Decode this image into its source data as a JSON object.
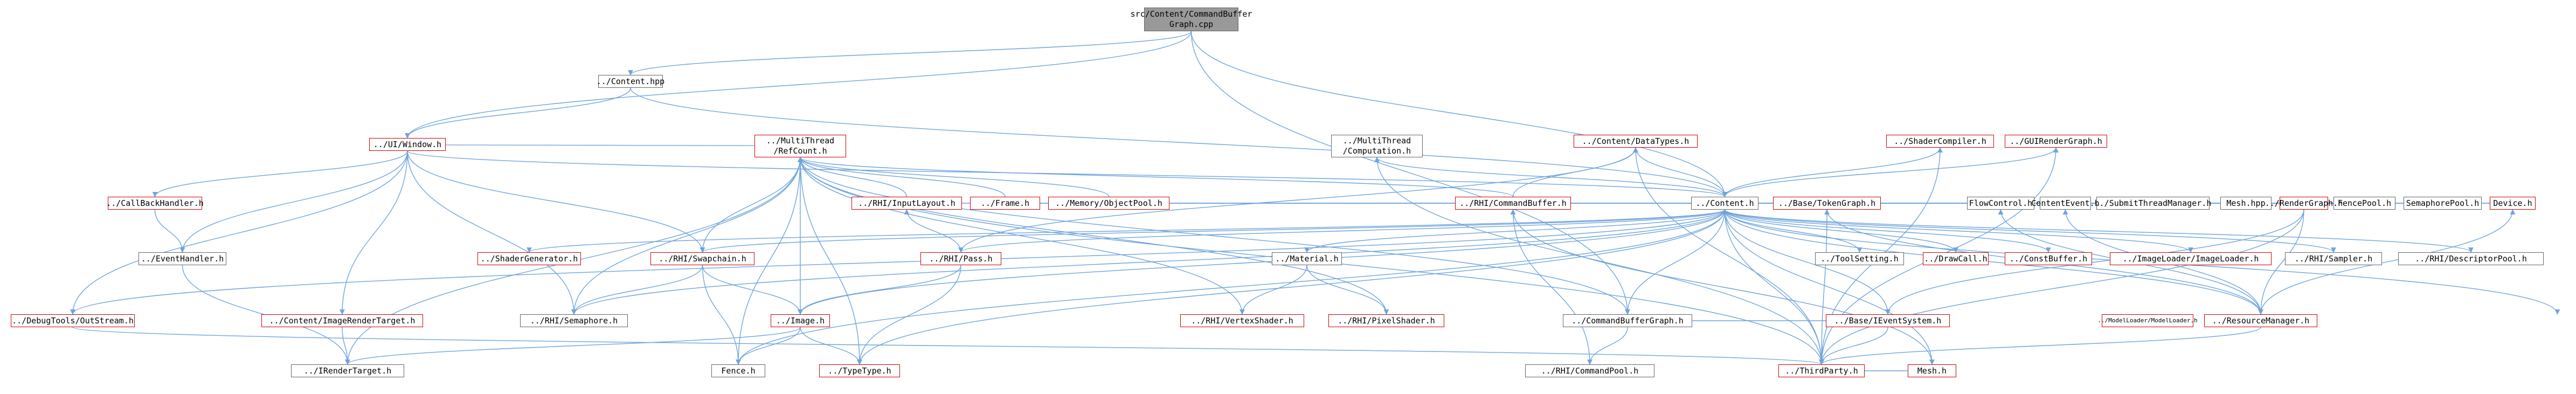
{
  "colors": {
    "edge": "#6ea4dc",
    "red_border": "#cc0000",
    "gray_border": "#666666",
    "root_fill": "#999999"
  },
  "nodes": {
    "root": "src/Content/CommandBuffer\nGraph.cpp",
    "content_hpp": "../Content.hpp",
    "window": "../UI/Window.h",
    "content_h": "../Content.h",
    "callback": "../CallBackHandler.h",
    "eventhandler": "../EventHandler.h",
    "shadergen": "../ShaderGenerator.h",
    "swapchain": "../RHI/Swapchain.h",
    "pass": "../RHI/Pass.h",
    "material": "../Material.h",
    "toolsetting": "../ToolSetting.h",
    "drawcall": "../DrawCall.h",
    "constbuffer": "../ConstBuffer.h",
    "imageloader": "../ImageLoader/ImageLoader.h",
    "sampler": "../RHI/Sampler.h",
    "descpool": "../RHI/DescriptorPool.h",
    "modelloader": "../ModelLoader/ModelLoader.h",
    "fencepool": "FencePool.h",
    "sempool": "SemaphorePool.h",
    "subthread": "../SubmitThreadManager.h",
    "meshapp": "Mesh.hpp",
    "rendergraph": "../RenderGraph.h",
    "debugtools": "../DebugTools/OutStream.h",
    "imagerender": "../Content/ImageRenderTarget.h",
    "semaphore": "../RHI/Semaphore.h",
    "image": "../Image.h",
    "vertexshader": "../RHI/VertexShader.h",
    "pixelshader": "../RHI/PixelShader.h",
    "cbgraph_h": "../CommandBufferGraph.h",
    "eventsystem": "../Base/IEventSystem.h",
    "resmgr": "../ResourceManager.h",
    "irender": "../IRenderTarget.h",
    "fence": "Fence.h",
    "typetype": "../TypeType.h",
    "cmdpool": "../RHI/CommandPool.h",
    "mesh": "Mesh.h",
    "device": "Device.h",
    "flowcontrol": "FlowControl.h",
    "contentevent": "ContentEvent.h",
    "inputlayout": "../RHI/InputLayout.h",
    "frame": "../Frame.h",
    "memobjpool": "../Memory/ObjectPool.h",
    "cmdbuffer": "../RHI/CommandBuffer.h",
    "tokengraph": "../Base/TokenGraph.h",
    "multithread_comp": "../MultiThread\n/Computation.h",
    "multithread_ref": "../MultiThread\n/RefCount.h",
    "datatypes": "../Content/DataTypes.h",
    "shadercompiler": "../ShaderCompiler.h",
    "guirender": "../GUIRenderGraph.h",
    "thirdparty": "../ThirdParty.h"
  }
}
